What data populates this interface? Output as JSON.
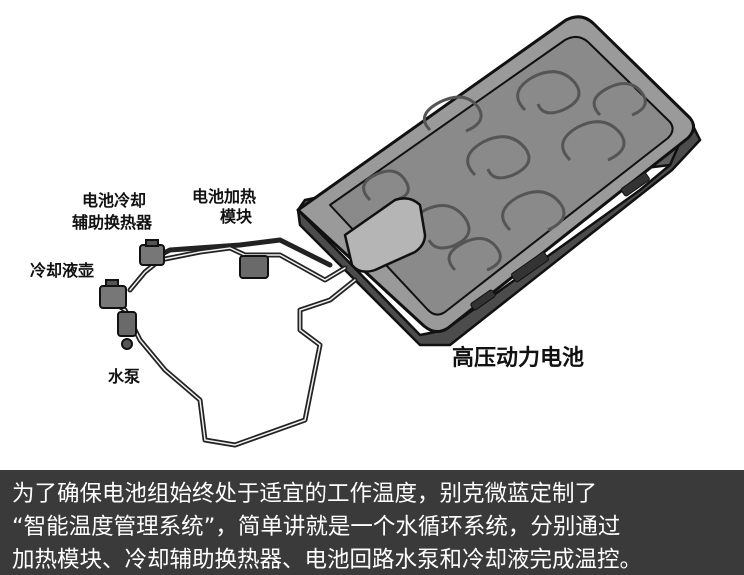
{
  "labels": {
    "cooling_heat_exchanger_l1": "电池冷却",
    "cooling_heat_exchanger_l2": "辅助换热器",
    "heating_module_l1": "电池加热",
    "heating_module_l2": "模块",
    "coolant_reservoir": "冷却液壶",
    "water_pump": "水泵",
    "battery_pack": "高压动力电池"
  },
  "caption": {
    "line1": "为了确保电池组始终处于适宜的工作温度，别克微蓝定制了",
    "line2": "“智能温度管理系统”，简单讲就是一个水循环系统，分别通过",
    "line3": "加热模块、冷却辅助换热器、电池回路水泵和冷却液完成温控。"
  },
  "colors": {
    "caption_bg": "#3a3a3a",
    "battery_body": "#8a8a8a",
    "battery_top": "#a6a6a6",
    "outline": "#111111"
  }
}
